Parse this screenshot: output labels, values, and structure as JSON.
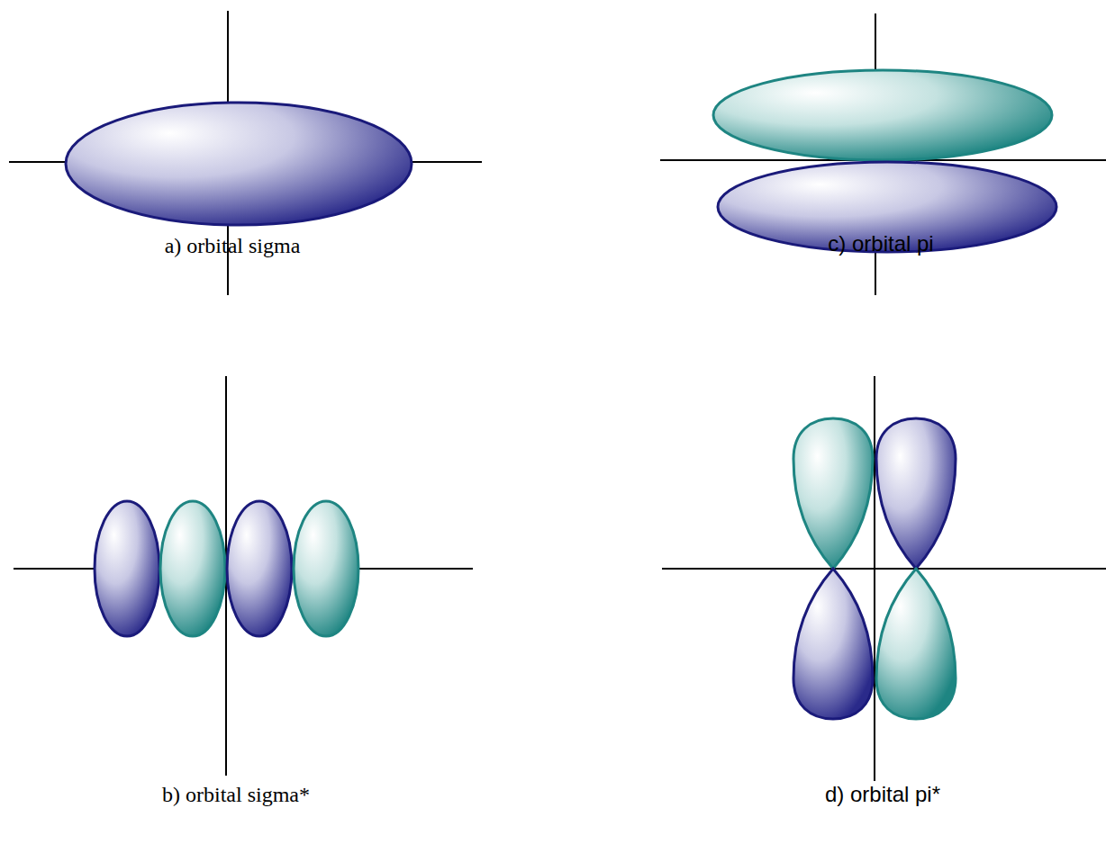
{
  "diagram": {
    "labels": [
      "a) orbital sigma",
      "c) orbital pi",
      "b) orbital sigma*",
      "d) orbital pi*"
    ]
  }
}
